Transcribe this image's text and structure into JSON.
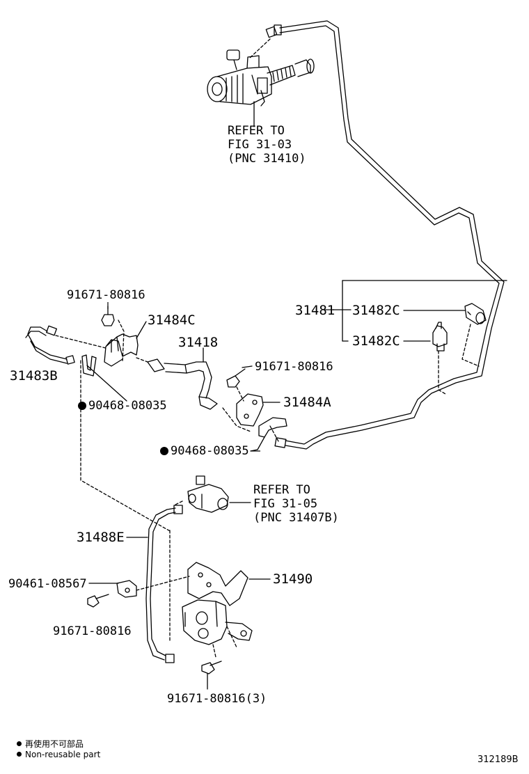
{
  "callouts": {
    "refer1_l1": "REFER TO",
    "refer1_l2": "FIG 31-03",
    "refer1_l3": "(PNC 31410)",
    "refer2_l1": "REFER TO",
    "refer2_l2": "FIG 31-05",
    "refer2_l3": "(PNC 31407B)"
  },
  "parts": {
    "bolt_top_left": "91671-80816",
    "bracket_c": "31484C",
    "hose": "31418",
    "tube_b": "31483B",
    "clip_left": "90468-08035",
    "bolt_mid": "91671-80816",
    "bracket_a": "31484A",
    "clip_mid": "90468-08035",
    "tube_assy": "31481",
    "clamp_c1": "31482C",
    "clamp_c2": "31482C",
    "tube_e": "31488E",
    "clamp_bottom": "90461-08567",
    "bolt_bottom_left": "91671-80816",
    "bracket_bottom": "31490",
    "bolt_bottom": "91671-80816(3)"
  },
  "legend": {
    "jp": "再使用不可部品",
    "en": "Non-reusable part"
  },
  "figure_id": "312189B"
}
